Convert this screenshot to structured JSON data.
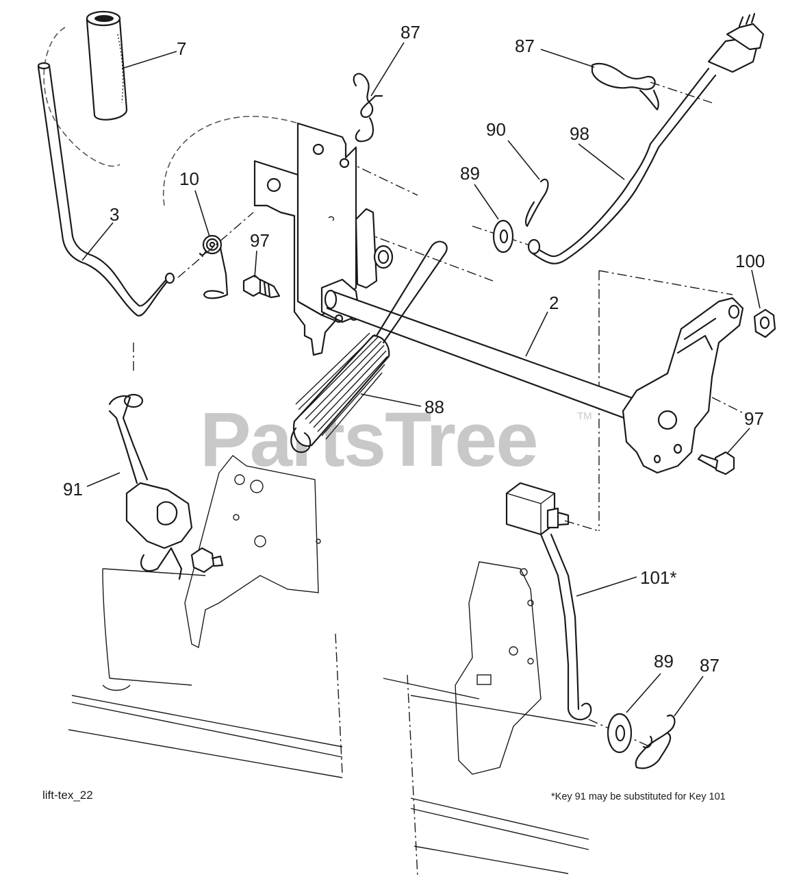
{
  "diagram_id": "lift-tex_22",
  "footnote": "*Key 91 may be substituted for Key 101",
  "watermark": {
    "brand": "PartsTree",
    "mark": "TM"
  },
  "callouts": {
    "c7": "7",
    "c3": "3",
    "c10": "10",
    "c97a": "97",
    "c87a": "87",
    "c87b": "87",
    "c90": "90",
    "c98": "98",
    "c89a": "89",
    "c100": "100",
    "c2": "2",
    "c97b": "97",
    "c88": "88",
    "c91": "91",
    "c101": "101*",
    "c89b": "89",
    "c87c": "87"
  }
}
